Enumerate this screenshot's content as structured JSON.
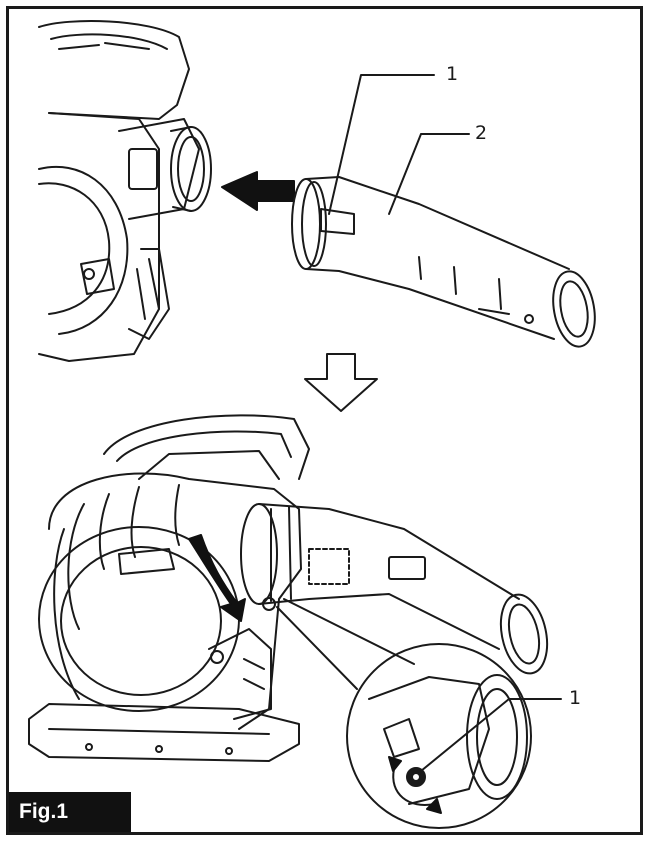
{
  "figure": {
    "label": "Fig.1"
  },
  "callouts": {
    "top_1": "1",
    "top_2": "2",
    "detail_1": "1"
  },
  "colors": {
    "line": "#1a1a1a",
    "background": "#ffffff",
    "label_bg": "#111111",
    "label_text": "#ffffff"
  }
}
